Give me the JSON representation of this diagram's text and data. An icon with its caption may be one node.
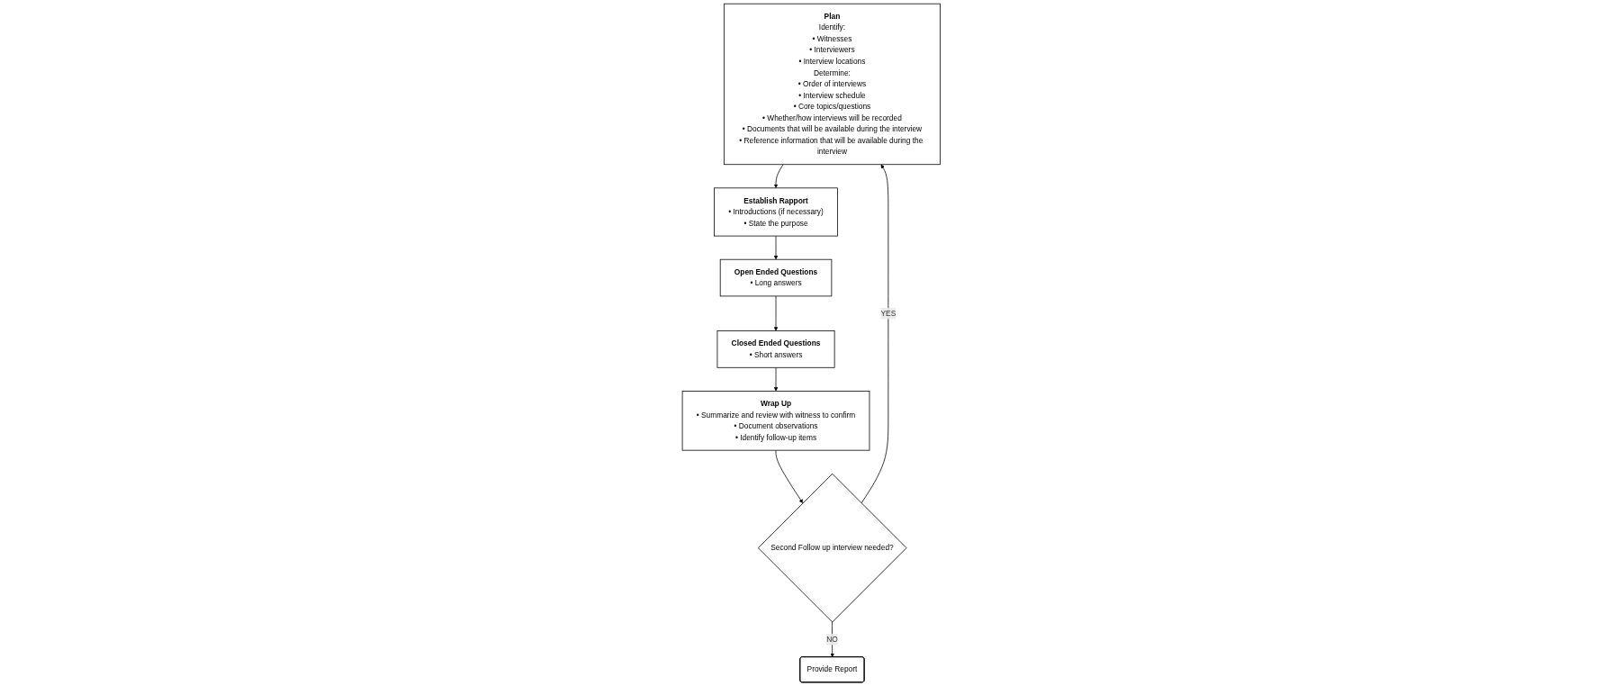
{
  "diagram": {
    "nodes": [
      {
        "text": [
          "Plan",
          "Identify:",
          "• Witnesses",
          "• Interviewers",
          "• Interview locations",
          "Determine:",
          "• Order of interviews",
          "• Interview schedule",
          "• Core topics/questions",
          "• Whether/how interviews will be recorded",
          "• Documents that will be available during the interview",
          "• Reference information that will be available during the interview"
        ]
      },
      {
        "text": [
          "Establish Rapport",
          "• Introductions (if necessary)",
          "• State the purpose"
        ]
      },
      {
        "text": [
          "Open Ended Questions",
          "• Long answers"
        ]
      },
      {
        "text": [
          "Closed Ended Questions",
          "• Short answers"
        ]
      },
      {
        "text": [
          "Wrap Up",
          "• Summarize and review with witness to confirm",
          "• Document observations",
          "• Identify follow-up items"
        ]
      },
      {
        "text": [
          "Second Follow up interview needed?"
        ]
      },
      {
        "text": [
          "Provide Report"
        ]
      }
    ],
    "edges": [
      {
        "from": 0,
        "to": 1,
        "arrow": "to"
      },
      {
        "from": 1,
        "to": 2,
        "arrow": "to"
      },
      {
        "from": 2,
        "to": 3,
        "arrow": "to"
      },
      {
        "from": 3,
        "to": 4,
        "arrow": "to"
      },
      {
        "from": 4,
        "to": 5,
        "arrow": "to"
      },
      {
        "from": 5,
        "to": 0,
        "arrow": "to",
        "label": "YES"
      },
      {
        "from": 5,
        "to": 6,
        "arrow": "to",
        "label": "NO"
      }
    ]
  }
}
